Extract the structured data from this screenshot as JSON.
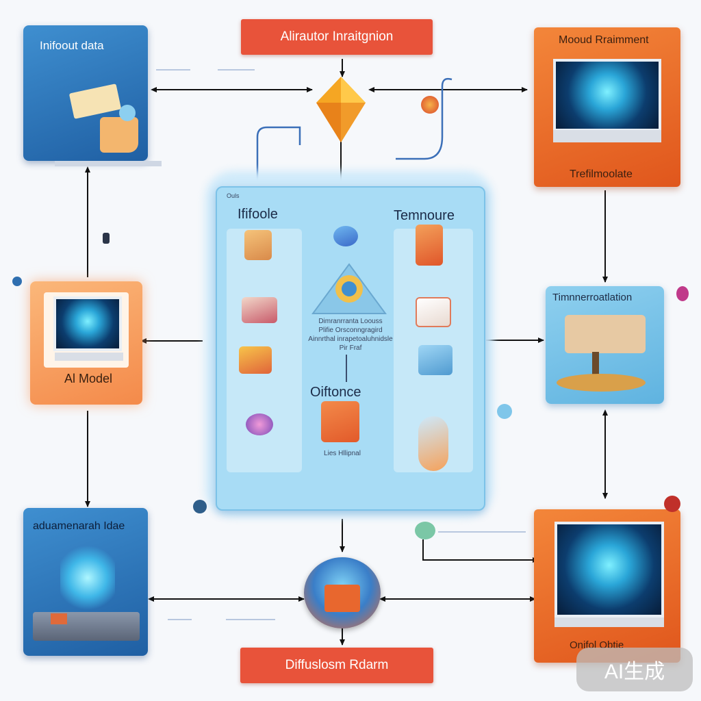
{
  "banners": {
    "top": "Alirautor Inraitgnion",
    "bottom": "Diffuslosm Rdarm"
  },
  "nodes": {
    "input_data": "Inifoout data",
    "mood_treatment": "Mooud Rraimment",
    "mood_footer": "Trefilmoolate",
    "ai_model": "Al Model",
    "transformation": "Timnnerroatlation",
    "augmented_data": "aduamenarah Idae",
    "output": "Onifol Obtie"
  },
  "panel": {
    "left_title": "Ififoole",
    "right_title": "Temnoure",
    "center_caption_1": "Dimranrranta Loouss",
    "center_caption_2": "Plifie Orsconngragird",
    "center_caption_3": "Ainnrthal inrapetoaluhnidsle",
    "center_caption_4": "Pir Fraf",
    "center_heading": "Oiftonce",
    "center_footer": "Lies Hllipnal",
    "corner_mark": "Ouls"
  },
  "watermark": "AI生成",
  "colors": {
    "blue": "#2a72ba",
    "orange": "#e8602a",
    "banner_red": "#e8533a",
    "panel_blue": "#a8dcf5"
  }
}
